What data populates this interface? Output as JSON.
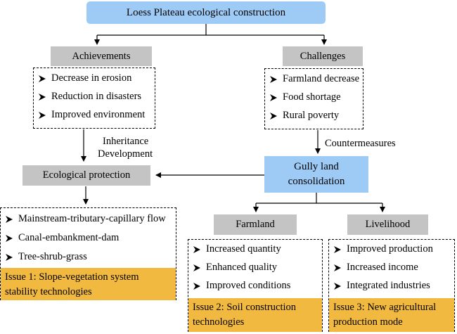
{
  "title": "Loess Plateau ecological construction",
  "achievements": {
    "heading": "Achievements",
    "items": [
      "Decrease in erosion",
      "Reduction in disasters",
      "Improved environment"
    ]
  },
  "challenges": {
    "heading": "Challenges",
    "items": [
      "Farmland decrease",
      "Food shortage",
      "Rural poverty"
    ]
  },
  "inheritance_label": "Inheritance",
  "development_label": "Development",
  "countermeasures_label": "Countermeasures",
  "ecological_protection": {
    "heading": "Ecological protection",
    "items": [
      "Mainstream-tributary-capillary flow",
      "Canal-embankment-dam",
      "Tree-shrub-grass"
    ],
    "issue": "Issue 1: Slope-vegetation system stability technologies"
  },
  "gully": {
    "line1": "Gully land",
    "line2": "consolidation"
  },
  "farmland": {
    "heading": "Farmland",
    "items": [
      "Increased quantity",
      "Enhanced quality",
      "Improved conditions"
    ],
    "issue": "Issue 2: Soil construction technologies"
  },
  "livelihood": {
    "heading": "Livelihood",
    "items": [
      "Improved production",
      "Increased income",
      "Integrated industries"
    ],
    "issue": "Issue 3: New agricultural production mode"
  },
  "colors": {
    "blue": "#9ecbf5",
    "gray": "#c4c4c4",
    "issue": "#f2b941"
  },
  "bullet_icon": "arrowhead-bullet-icon"
}
